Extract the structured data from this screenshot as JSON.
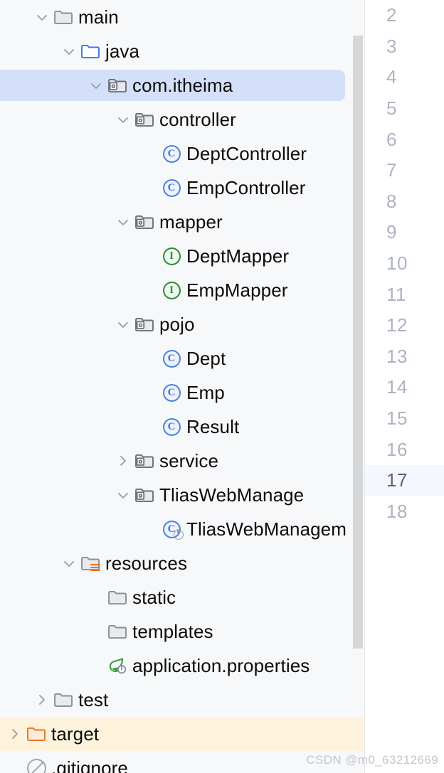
{
  "theme": {
    "panel_bg": "#f7f8fa",
    "editor_bg": "#ffffff",
    "selection_bg": "#d4e0fa",
    "marked_row_bg": "#fdf3dc",
    "class_icon_color": "#4a83e0",
    "interface_icon_color": "#2f8a3d",
    "source_folder_color": "#3574f0",
    "excluded_folder_color": "#e8741c",
    "gutter_number_color": "#adb3c2",
    "current_line_bg": "#f4f7fd"
  },
  "project_tree": {
    "name": "project-file-tree",
    "rows": [
      {
        "label": "main",
        "indent": 1,
        "arrow": "down",
        "icon": "folder",
        "state": "normal"
      },
      {
        "label": "java",
        "indent": 2,
        "arrow": "down",
        "icon": "folder-source",
        "state": "normal"
      },
      {
        "label": "com.itheima",
        "indent": 3,
        "arrow": "down",
        "icon": "folder-package",
        "state": "selected"
      },
      {
        "label": "controller",
        "indent": 4,
        "arrow": "down",
        "icon": "folder-package",
        "state": "normal"
      },
      {
        "label": "DeptController",
        "indent": 5,
        "arrow": "none",
        "icon": "class",
        "state": "normal"
      },
      {
        "label": "EmpController",
        "indent": 5,
        "arrow": "none",
        "icon": "class",
        "state": "normal"
      },
      {
        "label": "mapper",
        "indent": 4,
        "arrow": "down",
        "icon": "folder-package",
        "state": "normal"
      },
      {
        "label": "DeptMapper",
        "indent": 5,
        "arrow": "none",
        "icon": "interface",
        "state": "normal"
      },
      {
        "label": "EmpMapper",
        "indent": 5,
        "arrow": "none",
        "icon": "interface",
        "state": "normal"
      },
      {
        "label": "pojo",
        "indent": 4,
        "arrow": "down",
        "icon": "folder-package",
        "state": "normal"
      },
      {
        "label": "Dept",
        "indent": 5,
        "arrow": "none",
        "icon": "class",
        "state": "normal"
      },
      {
        "label": "Emp",
        "indent": 5,
        "arrow": "none",
        "icon": "class",
        "state": "normal"
      },
      {
        "label": "Result",
        "indent": 5,
        "arrow": "none",
        "icon": "class",
        "state": "normal"
      },
      {
        "label": "service",
        "indent": 4,
        "arrow": "right",
        "icon": "folder-package",
        "state": "normal"
      },
      {
        "label": "TliasWebManage",
        "indent": 4,
        "arrow": "down",
        "icon": "folder-package",
        "state": "normal"
      },
      {
        "label": "TliasWebManagem",
        "indent": 5,
        "arrow": "none",
        "icon": "class-runnable",
        "state": "normal"
      },
      {
        "label": "resources",
        "indent": 2,
        "arrow": "down",
        "icon": "folder-resources",
        "state": "normal"
      },
      {
        "label": "static",
        "indent": 3,
        "arrow": "none",
        "icon": "folder",
        "state": "normal"
      },
      {
        "label": "templates",
        "indent": 3,
        "arrow": "none",
        "icon": "folder",
        "state": "normal"
      },
      {
        "label": "application.properties",
        "indent": 3,
        "arrow": "none",
        "icon": "spring-boot",
        "state": "normal"
      },
      {
        "label": "test",
        "indent": 1,
        "arrow": "right",
        "icon": "folder",
        "state": "normal"
      },
      {
        "label": "target",
        "indent": 0,
        "arrow": "right",
        "icon": "folder-excluded",
        "state": "marked"
      },
      {
        "label": ".gitignore",
        "indent": 0,
        "arrow": "none",
        "icon": "ignored-file",
        "state": "normal"
      }
    ]
  },
  "scrollbar": {
    "name": "vertical-scrollbar",
    "orientation": "vertical"
  },
  "editor": {
    "name": "editor-gutter",
    "current_line": 17,
    "line_numbers": [
      2,
      3,
      4,
      5,
      6,
      7,
      8,
      9,
      10,
      11,
      12,
      13,
      14,
      15,
      16,
      17,
      18
    ]
  },
  "watermark": {
    "text": "CSDN @m0_63212669"
  }
}
